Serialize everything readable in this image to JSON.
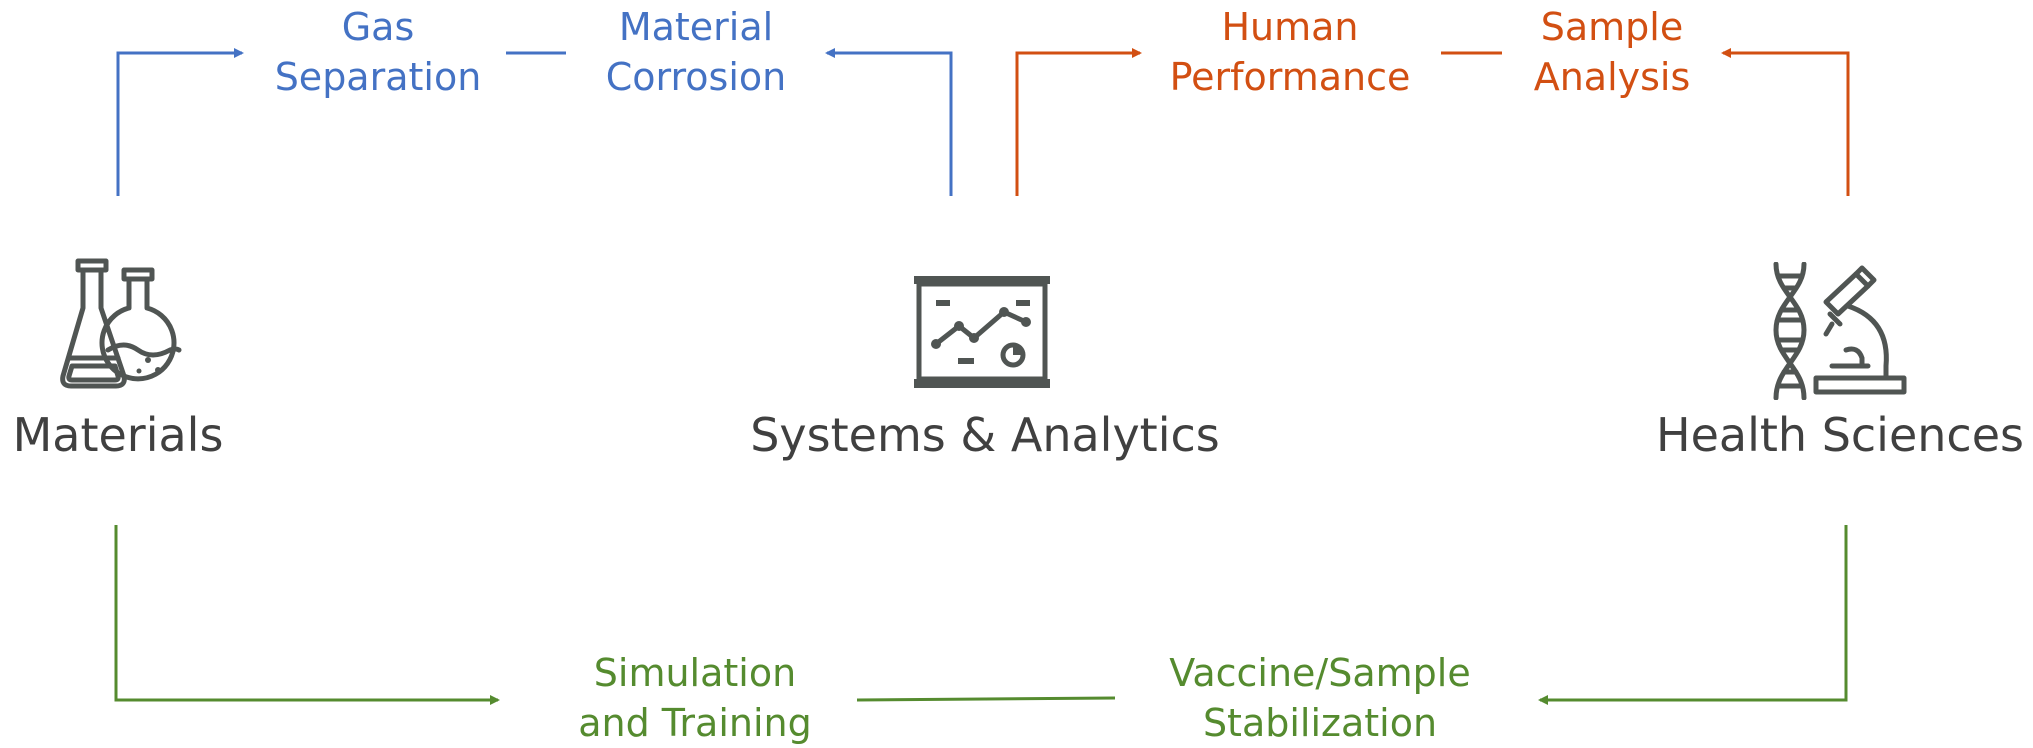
{
  "colors": {
    "blue": "#4472c4",
    "orange": "#d24f12",
    "green": "#558b2f",
    "icon": "#505553",
    "text": "#404040"
  },
  "nodes": {
    "materials": {
      "label": "Materials",
      "icon": "flasks-icon"
    },
    "systems": {
      "label": "Systems & Analytics",
      "icon": "analytics-chart-board-icon"
    },
    "health": {
      "label": "Health Sciences",
      "icon": "dna-microscope-icon"
    }
  },
  "links": {
    "gas_separation": {
      "line1": "Gas",
      "line2": "Separation"
    },
    "material_corrosion": {
      "line1": "Material",
      "line2": "Corrosion"
    },
    "human_performance": {
      "line1": "Human",
      "line2": "Performance"
    },
    "sample_analysis": {
      "line1": "Sample",
      "line2": "Analysis"
    },
    "simulation_training": {
      "line1": "Simulation",
      "line2": "and Training"
    },
    "vaccine_stabilization": {
      "line1": "Vaccine/Sample",
      "line2": "Stabilization"
    }
  }
}
